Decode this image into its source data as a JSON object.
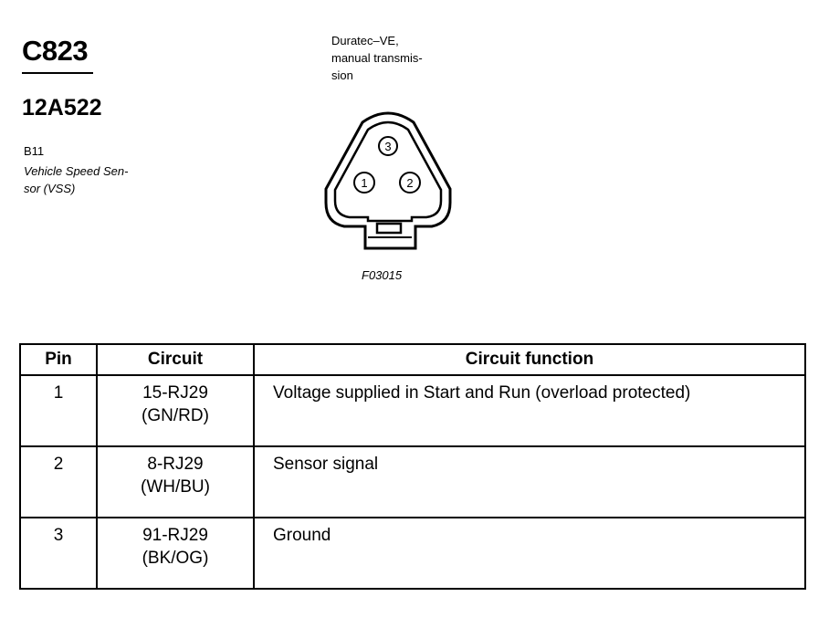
{
  "header": {
    "connector_id": "C823",
    "part_number": "12A522",
    "component_code": "B11",
    "component_name_line1": "Vehicle Speed Sen-",
    "component_name_line2": "sor (VSS)"
  },
  "figure": {
    "variant_line1": "Duratec–VE,",
    "variant_line2": "manual transmis-",
    "variant_line3": "sion",
    "pin_labels": [
      "1",
      "2",
      "3"
    ],
    "figure_code": "F03015"
  },
  "table": {
    "headers": [
      "Pin",
      "Circuit",
      "Circuit function"
    ],
    "rows": [
      {
        "pin": "1",
        "circuit_line1": "15-RJ29",
        "circuit_line2": "(GN/RD)",
        "function": "Voltage supplied in Start and Run (overload protected)"
      },
      {
        "pin": "2",
        "circuit_line1": "8-RJ29",
        "circuit_line2": "(WH/BU)",
        "function": "Sensor signal"
      },
      {
        "pin": "3",
        "circuit_line1": "91-RJ29",
        "circuit_line2": "(BK/OG)",
        "function": "Ground"
      }
    ]
  }
}
